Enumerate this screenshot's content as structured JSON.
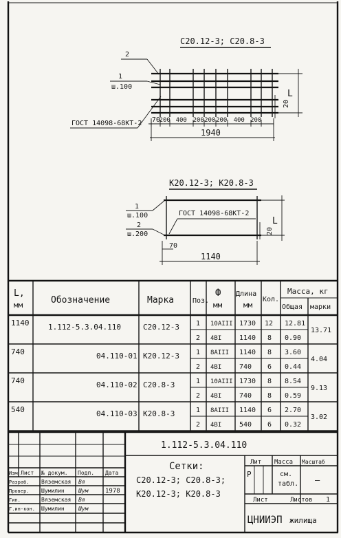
{
  "drawing1": {
    "title": "С20.12-3; С20.8-3",
    "callout2": "2",
    "callout1": "1",
    "callout_spacing": "ш.100",
    "gost": "ГОСТ 14098-68КТ-2",
    "dim_20": "20",
    "dim_L": "L",
    "dims": [
      "70",
      "200",
      "400",
      "200",
      "200",
      "200",
      "400",
      "200"
    ],
    "total": "1940"
  },
  "drawing2": {
    "title": "К20.12-3; К20.8-3",
    "callout1": "1",
    "spacing1": "ш.100",
    "callout2": "2",
    "spacing2": "ш.200",
    "gost": "ГОСТ 14098-68КТ-2",
    "dim_20": "20",
    "dim_L": "L",
    "dim_70": "70",
    "total": "1140"
  },
  "table": {
    "headers": {
      "L": "L,",
      "L_unit": "мм",
      "designation": "Обозначение",
      "mark": "Марка",
      "pos": "Поз.",
      "phi": "Ф",
      "phi_unit": "мм",
      "length": "Длина",
      "length_unit": "мм",
      "qty": "Кол.",
      "mass": "Масса, кг",
      "mass_total": "Общая",
      "mass_mark": "марки"
    },
    "groups": [
      {
        "L": "1140",
        "designation": "1.112-5.3.04.110",
        "mark": "С20.12-3",
        "mark_mass": "13.71",
        "rows": [
          {
            "pos": "1",
            "phi": "10АIII",
            "length": "1730",
            "qty": "12",
            "mass": "12.81"
          },
          {
            "pos": "2",
            "phi": "4ВI",
            "length": "1140",
            "qty": "8",
            "mass": "0.90"
          }
        ]
      },
      {
        "L": "740",
        "designation": "04.110-01",
        "mark": "К20.12-3",
        "mark_mass": "4.04",
        "rows": [
          {
            "pos": "1",
            "phi": "8АIII",
            "length": "1140",
            "qty": "8",
            "mass": "3.60"
          },
          {
            "pos": "2",
            "phi": "4ВI",
            "length": "740",
            "qty": "6",
            "mass": "0.44"
          }
        ]
      },
      {
        "L": "740",
        "designation": "04.110-02",
        "mark": "С20.8-3",
        "mark_mass": "9.13",
        "rows": [
          {
            "pos": "1",
            "phi": "10АIII",
            "length": "1730",
            "qty": "8",
            "mass": "8.54"
          },
          {
            "pos": "2",
            "phi": "4ВI",
            "length": "740",
            "qty": "8",
            "mass": "0.59"
          }
        ]
      },
      {
        "L": "540",
        "designation": "04.110-03",
        "mark": "К20.8-3",
        "mark_mass": "3.02",
        "rows": [
          {
            "pos": "1",
            "phi": "8АIII",
            "length": "1140",
            "qty": "6",
            "mass": "2.70"
          },
          {
            "pos": "2",
            "phi": "4ВI",
            "length": "540",
            "qty": "6",
            "mass": "0.32"
          }
        ]
      }
    ]
  },
  "stamp": {
    "doc_code": "1.112-5.3.04.110",
    "head": [
      "Изм",
      "Лист",
      "№ докум.",
      "Подп.",
      "Дата"
    ],
    "people": [
      {
        "role": "Разраб.",
        "name": "Вяземская",
        "sign": "Вя",
        "date": ""
      },
      {
        "role": "Провер.",
        "name": "Шумилин",
        "sign": "Шум",
        "date": "1978"
      },
      {
        "role": "Гип.",
        "name": "Вяземская",
        "sign": "Вя",
        "date": ""
      },
      {
        "role": "Г.ин-кон.",
        "name": "Шумилин",
        "sign": "Шум",
        "date": ""
      }
    ],
    "title_main": "Сетки:",
    "title_l1": "С20.12-3; С20.8-3;",
    "title_l2": "К20.12-3; К20.8-3",
    "lit": "Лит",
    "massa": "Масса",
    "scale": "Масштаб",
    "lit_val": "Р",
    "mass_val1": "см.",
    "mass_val2": "табл.",
    "scale_val": "—",
    "list": "Лист",
    "listov": "Листов",
    "listov_val": "1",
    "org1": "ЦНИИЭП",
    "org2": "жилища"
  },
  "colors": {
    "ink": "#141414",
    "paper": "#f6f5f1"
  }
}
